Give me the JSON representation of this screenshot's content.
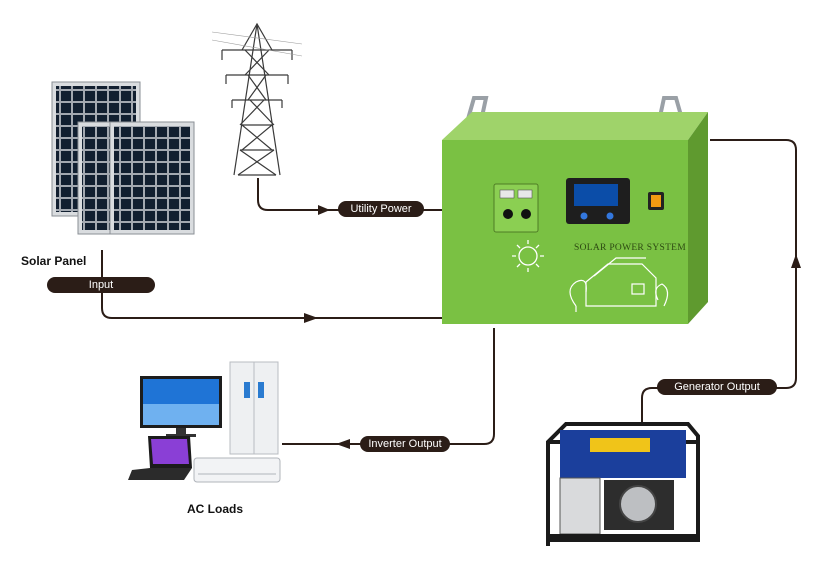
{
  "labels": {
    "solar_panel": "Solar Panel",
    "ac_loads": "AC Loads",
    "device_name": "SOLAR POWER SYSTEM"
  },
  "flows": {
    "utility_power": "Utility Power",
    "input": "Input",
    "inverter_output": "Inverter Output",
    "generator_output": "Generator  Output"
  },
  "colors": {
    "device_green": "#7ac143",
    "connector": "#2b1d17",
    "panel_cell": "#0d1b2a"
  }
}
